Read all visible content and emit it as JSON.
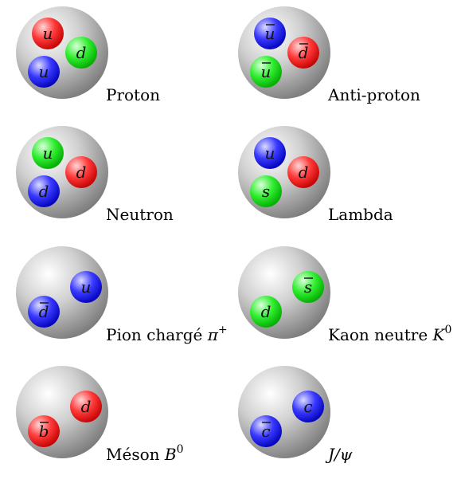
{
  "particles": [
    {
      "name": "Proton",
      "math": "",
      "sup": "",
      "quarks": [
        {
          "letter": "u",
          "bar": false,
          "color": "red"
        },
        {
          "letter": "d",
          "bar": false,
          "color": "green"
        },
        {
          "letter": "u",
          "bar": false,
          "color": "blue"
        }
      ]
    },
    {
      "name": "Anti-proton",
      "math": "",
      "sup": "",
      "quarks": [
        {
          "letter": "u",
          "bar": true,
          "color": "blue"
        },
        {
          "letter": "d",
          "bar": true,
          "color": "red"
        },
        {
          "letter": "u",
          "bar": true,
          "color": "green"
        }
      ]
    },
    {
      "name": "Neutron",
      "math": "",
      "sup": "",
      "quarks": [
        {
          "letter": "u",
          "bar": false,
          "color": "green"
        },
        {
          "letter": "d",
          "bar": false,
          "color": "red"
        },
        {
          "letter": "d",
          "bar": false,
          "color": "blue"
        }
      ]
    },
    {
      "name": "Lambda",
      "math": "",
      "sup": "",
      "quarks": [
        {
          "letter": "u",
          "bar": false,
          "color": "blue"
        },
        {
          "letter": "d",
          "bar": false,
          "color": "red"
        },
        {
          "letter": "s",
          "bar": false,
          "color": "green"
        }
      ]
    },
    {
      "name": "Pion chargé ",
      "math": "π",
      "sup": "+",
      "quarks": [
        {
          "letter": "u",
          "bar": false,
          "color": "blue"
        },
        {
          "letter": "d",
          "bar": true,
          "color": "blue"
        }
      ]
    },
    {
      "name": "Kaon neutre ",
      "math": "K",
      "sup": "0",
      "quarks": [
        {
          "letter": "s",
          "bar": true,
          "color": "green"
        },
        {
          "letter": "d",
          "bar": false,
          "color": "green"
        }
      ]
    },
    {
      "name": "Méson ",
      "math": "B",
      "sup": "0",
      "quarks": [
        {
          "letter": "d",
          "bar": false,
          "color": "red"
        },
        {
          "letter": "b",
          "bar": true,
          "color": "red"
        }
      ]
    },
    {
      "name": "",
      "math": "J/ψ",
      "sup": "",
      "quarks": [
        {
          "letter": "c",
          "bar": false,
          "color": "blue"
        },
        {
          "letter": "c",
          "bar": true,
          "color": "blue"
        }
      ]
    }
  ],
  "colors": {
    "red": "#ff2020",
    "green": "#20e020",
    "blue": "#2020ff",
    "hadron": "#b8b8b8"
  }
}
